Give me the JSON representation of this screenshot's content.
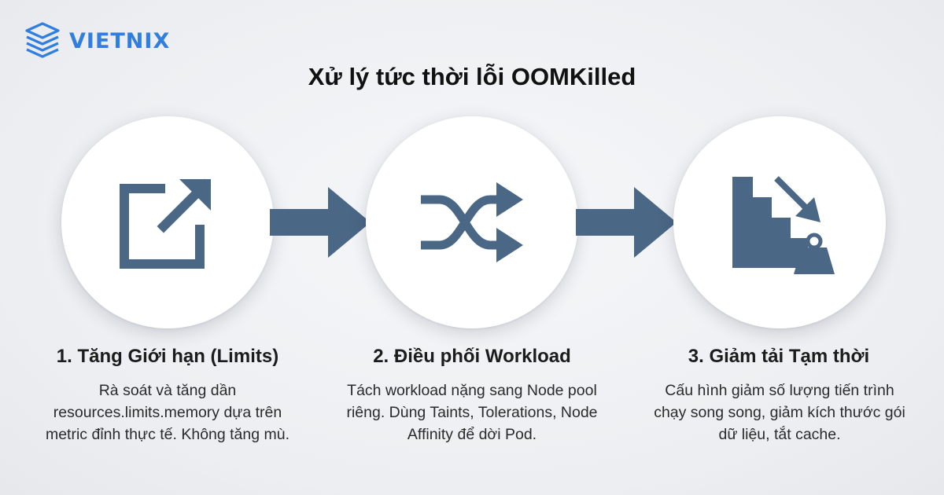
{
  "brand": {
    "name": "VIETNIX",
    "color": "#2f7ee0"
  },
  "title": "Xử lý tức thời lỗi OOMKilled",
  "colors": {
    "icon": "#4a6785",
    "arrow": "#4a6785",
    "circle": "#ffffff"
  },
  "steps": [
    {
      "icon": "external-link-icon",
      "title": "1. Tăng Giới hạn (Limits)",
      "description": "Rà soát và tăng dần resources.limits.memory dựa trên metric đỉnh thực tế. Không tăng mù."
    },
    {
      "icon": "shuffle-icon",
      "title": "2. Điều phối Workload",
      "description": "Tách workload nặng sang Node pool riêng. Dùng Taints, Tolerations, Node Affinity để dời Pod."
    },
    {
      "icon": "load-reduce-icon",
      "title": "3. Giảm tải Tạm thời",
      "description": "Cấu hình giảm số lượng tiến trình chạy song song, giảm kích thước gói dữ liệu, tắt cache."
    }
  ]
}
